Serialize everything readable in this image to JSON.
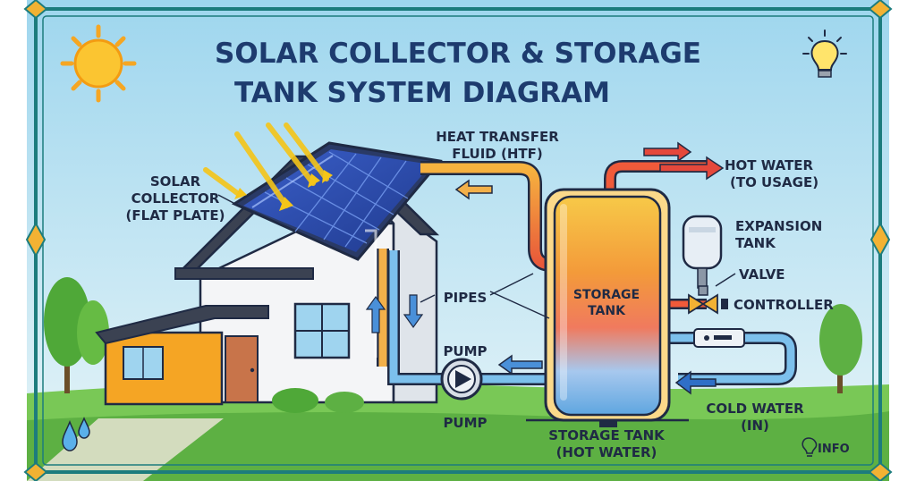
{
  "title": {
    "line1": "SOLAR COLLECTOR & STORAGE",
    "line2": "TANK SYSTEM DIAGRAM"
  },
  "labels": {
    "htf_1": "HEAT TRANSFER",
    "htf_2": "FLUID (HTF)",
    "hot_water_1": "HOT WATER",
    "hot_water_2": "(TO USAGE)",
    "solar_1": "SOLAR",
    "solar_2": "COLLECTOR",
    "solar_3": "(FLAT PLATE)",
    "expansion_1": "EXPANSION",
    "expansion_2": "TANK",
    "valve": "VALVE",
    "controller": "CONTROLLER",
    "pipes": "PIPES",
    "storage_inner_1": "STORAGE",
    "storage_inner_2": "TANK",
    "pump_top": "PUMP",
    "pump_bottom": "PUMP",
    "cold_water_1": "COLD WATER",
    "cold_water_2": "(IN)",
    "storage_bottom_1": "STORAGE TANK",
    "storage_bottom_2": "(HOT WATER)",
    "info": "INFO"
  },
  "colors": {
    "frame": "#1c7c7d",
    "sky_top": "#bfe6f4",
    "sky_bottom": "#e9f6f9",
    "grass": "#6cc04a",
    "hot_pipe": "#f08a2c",
    "cold_pipe": "#4a90d9",
    "tank_hot": "#f4b942",
    "tank_cold": "#6bb7e8",
    "arrow_red": "#e5483b",
    "arrow_blue": "#2f6fc7",
    "title": "#1d3b6e"
  },
  "icons": [
    "sun-icon",
    "lightbulb-icon",
    "water-drop-icon",
    "info-bulb-icon"
  ]
}
